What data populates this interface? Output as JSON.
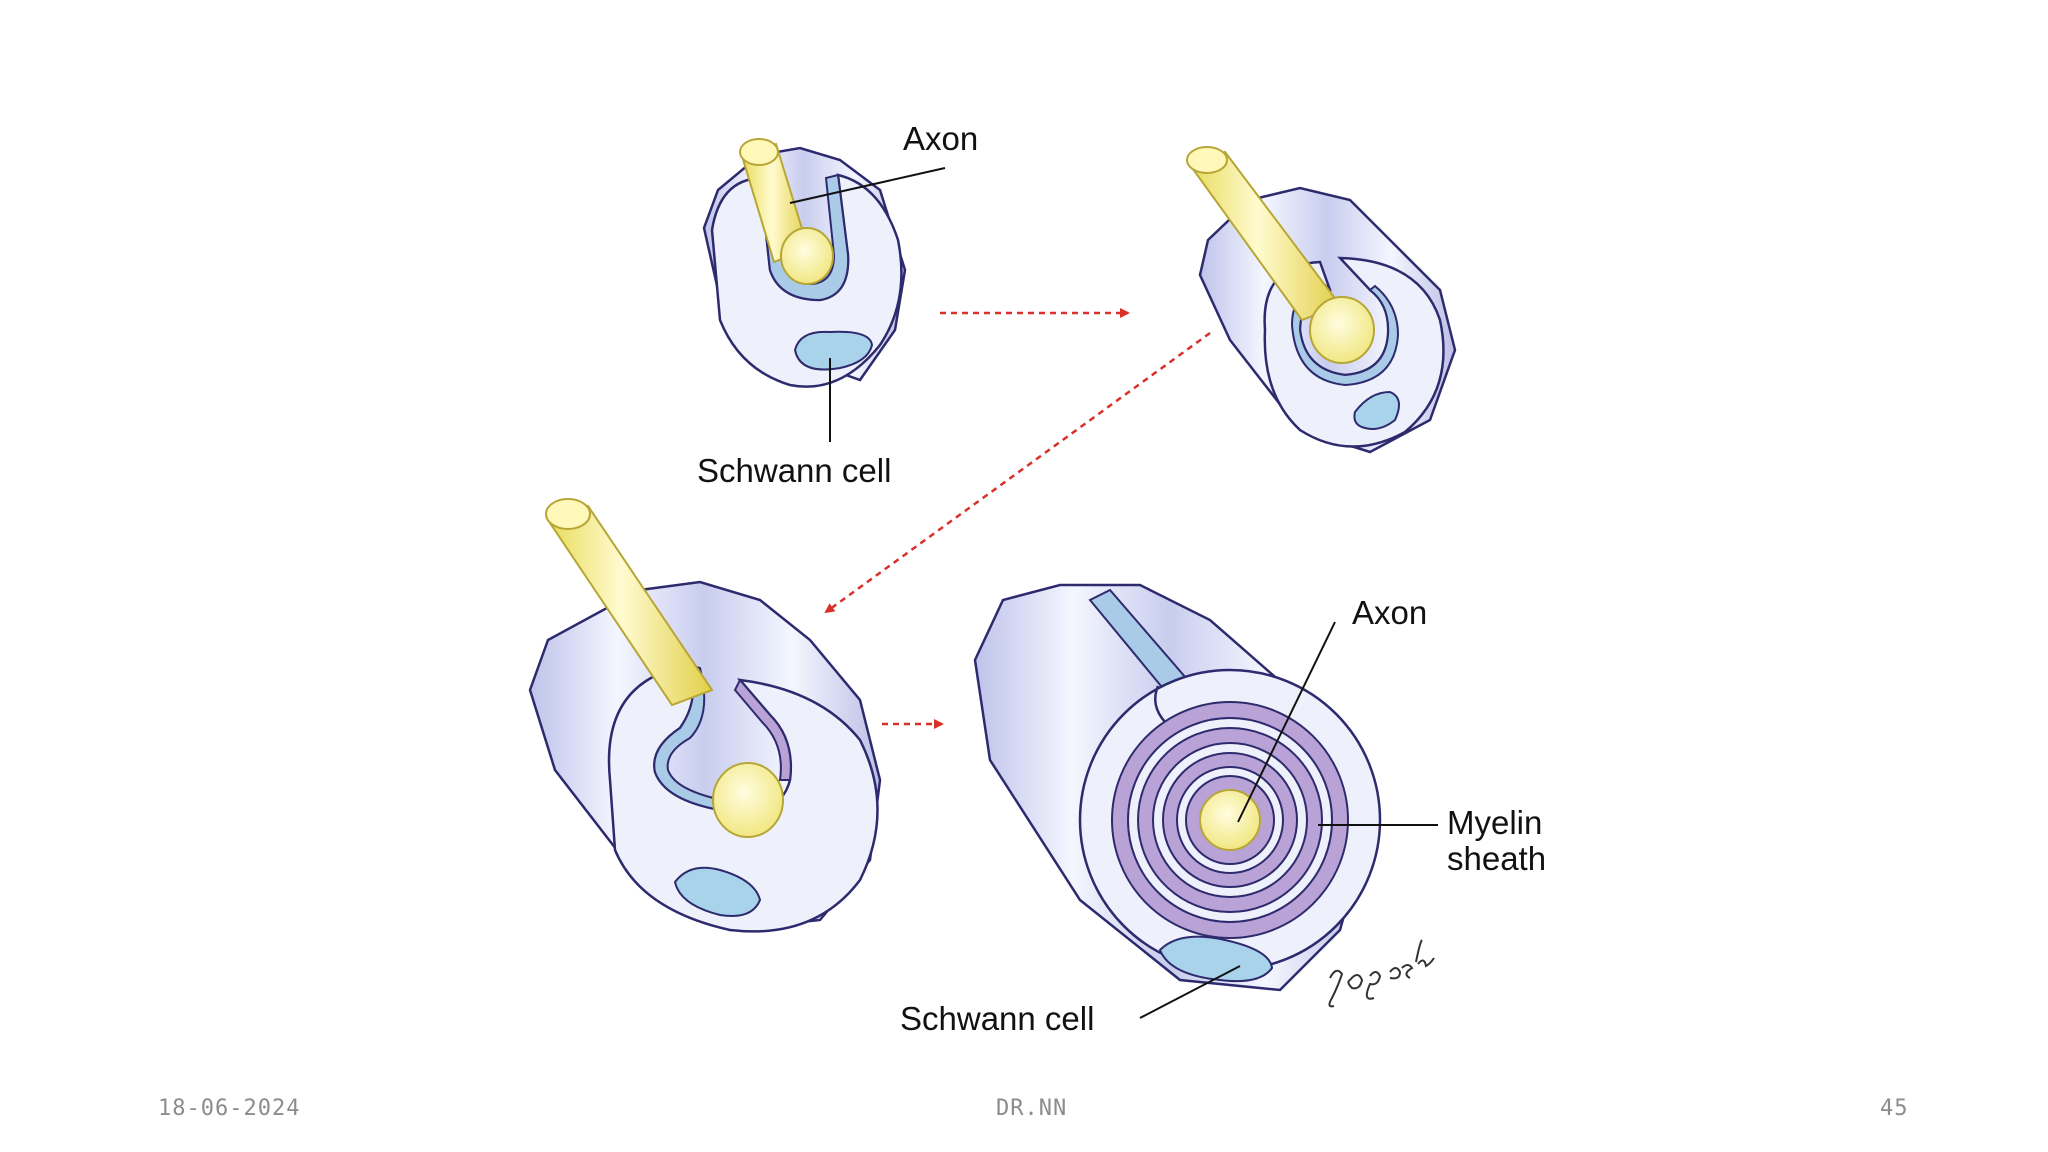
{
  "diagram": {
    "labels": {
      "axon_top": "Axon",
      "schwann_top": "Schwann cell",
      "axon_bottom": "Axon",
      "myelin_line1": "Myelin",
      "myelin_line2": "sheath",
      "schwann_bottom": "Schwann cell"
    },
    "signature": "yogesh",
    "colors": {
      "axon": "#f4ec9a",
      "cell_face": "#eef1fb",
      "cytoplasm": "#a9cbe8",
      "myelin": "#b9a3d6",
      "outline": "#2e2a6e",
      "arrow": "#d9302a"
    }
  },
  "footer": {
    "date": "18-06-2024",
    "author": "DR.NN",
    "page": "45"
  }
}
